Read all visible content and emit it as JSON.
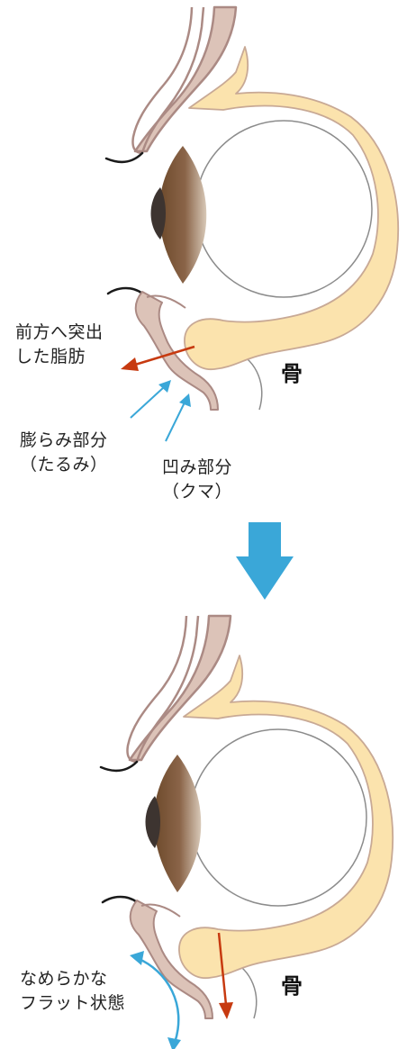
{
  "colors": {
    "bone_fill": "#fbe3ad",
    "bone_stroke": "#c8a995",
    "skin_fill": "#dcc3b8",
    "skin_stroke": "#ab8a84",
    "eye_stroke": "#8c8c8c",
    "iris_dark": "#6d4a2b",
    "iris_light": "#d8c9b8",
    "pupil": "#3d3430",
    "lash": "#1a1a1a",
    "fat_arrow": "#c73a10",
    "pointer": "#3aa7d8",
    "transition_arrow": "#3aa7d8"
  },
  "top": {
    "fat_label": [
      "前方へ突出",
      "した脂肪"
    ],
    "bulge_label": [
      "膨らみ部分",
      "（たるみ）"
    ],
    "hollow_label": [
      "凹み部分",
      "（クマ）"
    ],
    "bone_label": "骨"
  },
  "bottom": {
    "flat_label": [
      "なめらかな",
      "フラット状態"
    ],
    "bone_label": "骨"
  }
}
